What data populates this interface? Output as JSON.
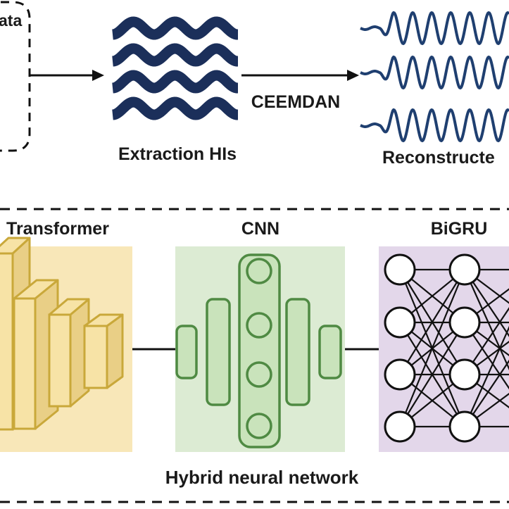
{
  "top": {
    "source_label_fragment": "ata",
    "hi_label": "Extraction HIs",
    "arrow_label": "CEEMDAN",
    "reconstructed_label_fragment": "Reconstructe"
  },
  "bottom": {
    "transformer_label": "Transformer",
    "cnn_label": "CNN",
    "bigru_label": "BiGRU",
    "caption": "Hybrid neural network"
  },
  "colors": {
    "wave": "#1b2f5a",
    "signal": "#1f3f70",
    "transformer_bg": "#f8e7b8",
    "transformer_block": "#f7e3a6",
    "transformer_block_side": "#e9cf86",
    "transformer_stroke": "#c9a83a",
    "cnn_bg": "#dcebd3",
    "cnn_block": "#c9e3bb",
    "cnn_stroke": "#4f8a43",
    "bigru_bg": "#e3d7ea",
    "ink": "#111111"
  }
}
